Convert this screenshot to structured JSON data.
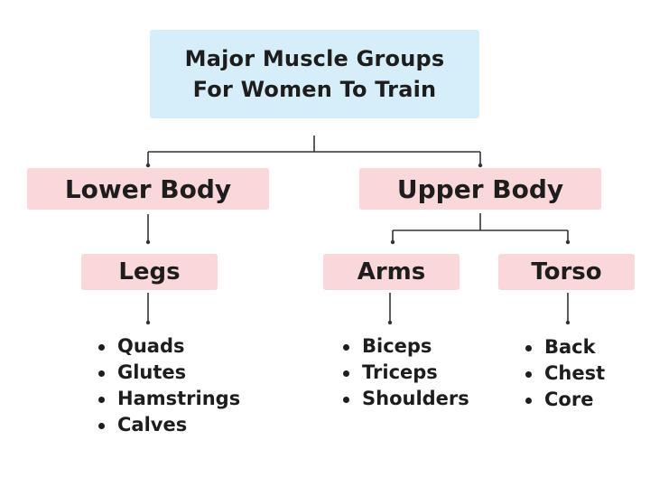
{
  "title": {
    "line1": "Major Muscle Groups",
    "line2": "For Women To Train"
  },
  "lower_body": {
    "label": "Lower Body",
    "groups": [
      {
        "label": "Legs",
        "items": [
          "Quads",
          "Glutes",
          "Hamstrings",
          "Calves"
        ]
      }
    ]
  },
  "upper_body": {
    "label": "Upper Body",
    "groups": [
      {
        "label": "Arms",
        "items": [
          "Biceps",
          "Triceps",
          "Shoulders"
        ]
      },
      {
        "label": "Torso",
        "items": [
          "Back",
          "Chest",
          "Core"
        ]
      }
    ]
  },
  "colors": {
    "title_box": "#d6eefa",
    "category_box": "#fad7d8",
    "text": "#1d1d1d",
    "line": "#333333"
  }
}
